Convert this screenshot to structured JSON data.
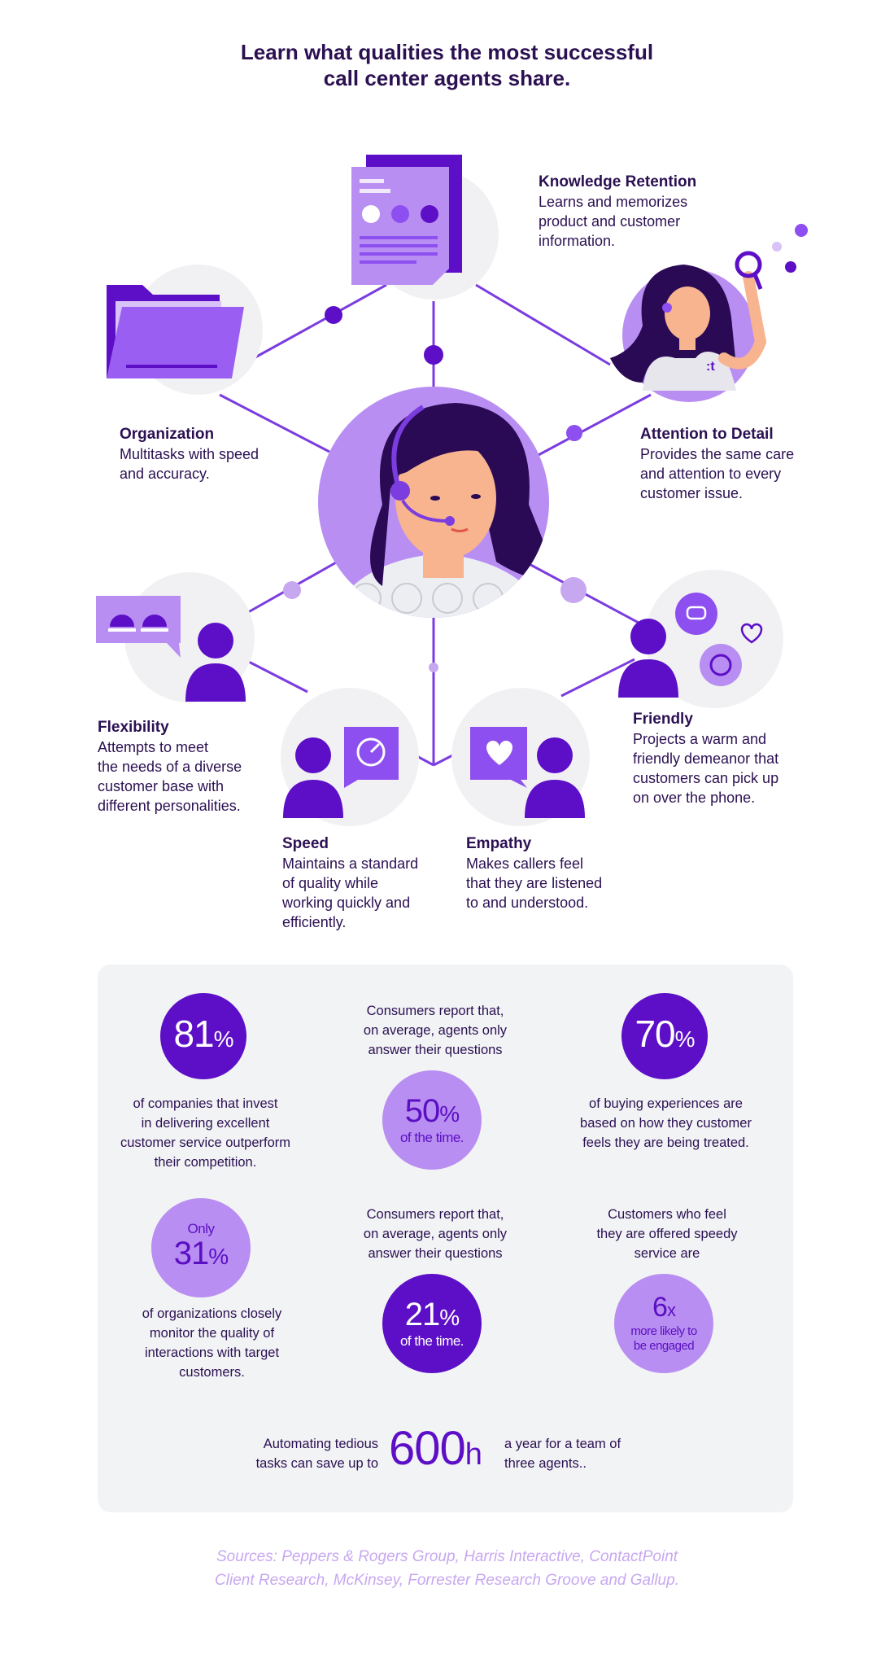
{
  "header": {
    "title_line1": "Learn what qualities the most successful",
    "title_line2": "call center agents share."
  },
  "qualities": {
    "knowledge": {
      "title": "Knowledge Retention",
      "lines": [
        "Learns and memorizes",
        "product and customer",
        "information."
      ]
    },
    "organization": {
      "title": "Organization",
      "lines": [
        "Multitasks with speed",
        "and accuracy."
      ]
    },
    "attention": {
      "title": "Attention to Detail",
      "lines": [
        "Provides the same care",
        "and attention to every",
        "customer issue."
      ]
    },
    "flexibility": {
      "title": "Flexibility",
      "lines": [
        "Attempts to meet",
        "the needs of a diverse",
        "customer base with",
        "different personalities."
      ]
    },
    "friendly": {
      "title": "Friendly",
      "lines": [
        "Projects a warm and",
        "friendly demeanor that",
        "customers can pick up",
        "on over the phone."
      ]
    },
    "speed": {
      "title": "Speed",
      "lines": [
        "Maintains a standard",
        "of quality while",
        "working quickly and",
        "efficiently."
      ]
    },
    "empathy": {
      "title": "Empathy",
      "lines": [
        "Makes callers feel",
        "that they are listened",
        "to and understood."
      ]
    }
  },
  "stats": {
    "s81": {
      "number": "81",
      "unit": "%",
      "lines": [
        "of companies that invest",
        "in delivering excellent",
        "customer service outperform",
        "their competition."
      ]
    },
    "s50": {
      "pre_lines": [
        "Consumers report that,",
        "on average, agents only",
        "answer their questions"
      ],
      "number": "50",
      "unit": "%",
      "caption": "of the time."
    },
    "s70": {
      "number": "70",
      "unit": "%",
      "lines": [
        "of buying experiences are",
        "based on how they customer",
        "feels they are being treated."
      ]
    },
    "s31": {
      "prefix": "Only",
      "number": "31",
      "unit": "%",
      "lines": [
        "of organizations closely",
        "monitor the quality of",
        "interactions with target",
        "customers."
      ]
    },
    "s21": {
      "pre_lines": [
        "Consumers report that,",
        "on average, agents only",
        "answer their questions"
      ],
      "number": "21",
      "unit": "%",
      "caption": "of the time."
    },
    "s6x": {
      "pre_lines": [
        "Customers who feel",
        "they are offered speedy",
        "service are"
      ],
      "number": "6",
      "unit": "x",
      "caption_lines": [
        "more likely to",
        "be engaged"
      ]
    },
    "s600": {
      "left_lines": [
        "Automating tedious",
        "tasks can save up to"
      ],
      "number": "600",
      "unit": "h",
      "right_lines": [
        "a year for a team of",
        "three agents.."
      ]
    }
  },
  "footer": {
    "sources_line1": "Sources: Peppers & Rogers Group, Harris Interactive, ContactPoint",
    "sources_line2": "Client Research, McKinsey, Forrester Research Groove and Gallup."
  },
  "colors": {
    "dark_purple": "#5c0fc7",
    "mid_purple": "#8e4ff0",
    "light_purple": "#b98ef2",
    "pale_purple": "#d9c2f8",
    "navy_text": "#2b1052",
    "gray_bg": "#f2f3f5",
    "sources_text": "#c7a8f0"
  },
  "icons": [
    "document-icon",
    "folder-icon",
    "magnifier-icon",
    "headset-icon",
    "speech-bubble-icon",
    "speedometer-icon",
    "heart-icon",
    "smiley-icon",
    "person-icon"
  ]
}
